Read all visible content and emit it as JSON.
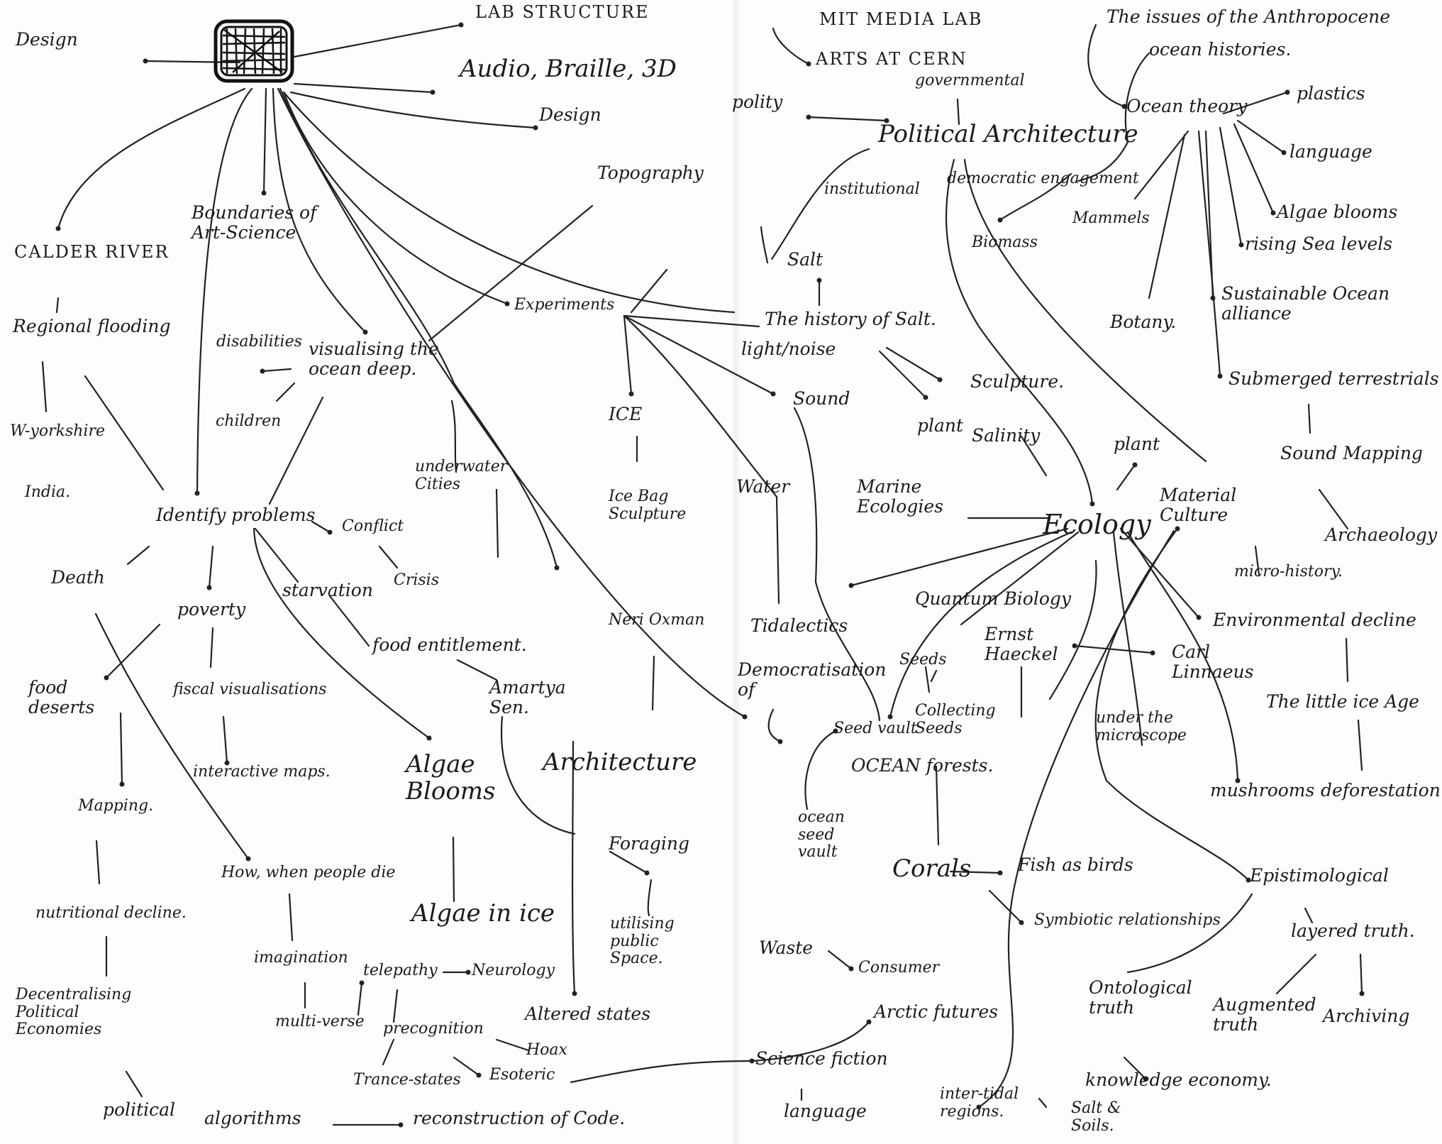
{
  "mind_map": {
    "hub_icon": "scribbled-box-icon",
    "ink_color": "#1d1d1d",
    "paper_color": "#fdfdfc",
    "nodes": [
      {
        "id": "design_left",
        "text": "Design"
      },
      {
        "id": "lab_structure",
        "text": "LAB STRUCTURE"
      },
      {
        "id": "mit_media_lab",
        "text": "MIT MEDIA LAB"
      },
      {
        "id": "arts_at_cern",
        "text": "ARTS AT CERN"
      },
      {
        "id": "audio_braille",
        "text": "Audio, Braille, 3D"
      },
      {
        "id": "design_mid",
        "text": "Design"
      },
      {
        "id": "topography",
        "text": "Topography"
      },
      {
        "id": "polity",
        "text": "polity"
      },
      {
        "id": "governmental",
        "text": "governmental"
      },
      {
        "id": "political_architecture",
        "text": "Political Architecture"
      },
      {
        "id": "institutional",
        "text": "institutional"
      },
      {
        "id": "democratic_engagement",
        "text": "democratic engagement"
      },
      {
        "id": "anthropocene",
        "text": "The issues of the Anthropocene"
      },
      {
        "id": "ocean_histories",
        "text": "ocean histories."
      },
      {
        "id": "ocean_theory",
        "text": "Ocean theory"
      },
      {
        "id": "plastics",
        "text": "plastics"
      },
      {
        "id": "language_right",
        "text": "language"
      },
      {
        "id": "algae_blooms_right",
        "text": "Algae blooms"
      },
      {
        "id": "rising_sea_levels",
        "text": "rising Sea levels"
      },
      {
        "id": "mammels",
        "text": "Mammels"
      },
      {
        "id": "biomass",
        "text": "Biomass"
      },
      {
        "id": "sustainable_ocean",
        "text": "Sustainable Ocean\nalliance"
      },
      {
        "id": "botany",
        "text": "Botany."
      },
      {
        "id": "submerged",
        "text": "Submerged terrestrials"
      },
      {
        "id": "sound_mapping",
        "text": "Sound Mapping"
      },
      {
        "id": "archaeology",
        "text": "Archaeology"
      },
      {
        "id": "calder_river",
        "text": "CALDER RIVER"
      },
      {
        "id": "regional_flooding",
        "text": "Regional flooding"
      },
      {
        "id": "w_yorkshire",
        "text": "W-yorkshire"
      },
      {
        "id": "india",
        "text": "India."
      },
      {
        "id": "boundaries",
        "text": "Boundaries of\nArt-Science"
      },
      {
        "id": "disabilities",
        "text": "disabilities"
      },
      {
        "id": "children",
        "text": "children"
      },
      {
        "id": "visualising",
        "text": "visualising the\nocean deep."
      },
      {
        "id": "experiments",
        "text": "Experiments"
      },
      {
        "id": "salt",
        "text": "Salt"
      },
      {
        "id": "history_of_salt",
        "text": "The history of Salt."
      },
      {
        "id": "light_noise",
        "text": "light/noise"
      },
      {
        "id": "sound",
        "text": "Sound"
      },
      {
        "id": "sculpture",
        "text": "Sculpture."
      },
      {
        "id": "plant_mid",
        "text": "plant"
      },
      {
        "id": "salinity",
        "text": "Salinity"
      },
      {
        "id": "plant_right",
        "text": "plant"
      },
      {
        "id": "ice",
        "text": "ICE"
      },
      {
        "id": "ice_bag",
        "text": "Ice Bag\nSculpture"
      },
      {
        "id": "water",
        "text": "Water"
      },
      {
        "id": "underwater_cities",
        "text": "underwater\nCities"
      },
      {
        "id": "identify_problems",
        "text": "Identify problems"
      },
      {
        "id": "conflict",
        "text": "Conflict"
      },
      {
        "id": "crisis",
        "text": "Crisis"
      },
      {
        "id": "death",
        "text": "Death"
      },
      {
        "id": "poverty",
        "text": "poverty"
      },
      {
        "id": "starvation",
        "text": "starvation"
      },
      {
        "id": "food_entitlement",
        "text": "food entitlement."
      },
      {
        "id": "neri_oxman",
        "text": "Neri Oxman"
      },
      {
        "id": "tidalectics",
        "text": "Tidalectics"
      },
      {
        "id": "marine_ecologies",
        "text": "Marine\nEcologies"
      },
      {
        "id": "ecology",
        "text": "Ecology"
      },
      {
        "id": "material_culture",
        "text": "Material\nCulture"
      },
      {
        "id": "micro_history",
        "text": "micro-history."
      },
      {
        "id": "quantum_biology",
        "text": "Quantum Biology"
      },
      {
        "id": "environmental_decline",
        "text": "Environmental decline"
      },
      {
        "id": "food_deserts",
        "text": "food\ndeserts"
      },
      {
        "id": "fiscal_visualisations",
        "text": "fiscal visualisations"
      },
      {
        "id": "amartya_sen",
        "text": "Amartya\nSen."
      },
      {
        "id": "democratisation",
        "text": "Democratisation\nof"
      },
      {
        "id": "seeds",
        "text": "Seeds"
      },
      {
        "id": "ernst_haeckel",
        "text": "Ernst\nHaeckel"
      },
      {
        "id": "carl_linnaeus",
        "text": "Carl\nLinnaeus"
      },
      {
        "id": "little_ice_age",
        "text": "The little ice Age"
      },
      {
        "id": "seed_vault",
        "text": "Seed vault"
      },
      {
        "id": "collecting_seeds",
        "text": "Collecting\nSeeds"
      },
      {
        "id": "under_microscope",
        "text": "under the\nmicroscope"
      },
      {
        "id": "interactive_maps",
        "text": "interactive maps."
      },
      {
        "id": "algae_blooms_left",
        "text": "Algae\nBlooms"
      },
      {
        "id": "architecture",
        "text": "Architecture"
      },
      {
        "id": "ocean_forests",
        "text": "OCEAN forests."
      },
      {
        "id": "mushrooms",
        "text": "mushrooms"
      },
      {
        "id": "deforestation",
        "text": "deforestation"
      },
      {
        "id": "mapping",
        "text": "Mapping."
      },
      {
        "id": "ocean_seed_vault",
        "text": "ocean\nseed\nvault"
      },
      {
        "id": "foraging",
        "text": "Foraging"
      },
      {
        "id": "corals",
        "text": "Corals"
      },
      {
        "id": "fish_as_birds",
        "text": "Fish as birds"
      },
      {
        "id": "epistemological",
        "text": "Epistimological"
      },
      {
        "id": "how_when",
        "text": "How, when people die"
      },
      {
        "id": "nutritional_decline",
        "text": "nutritional decline."
      },
      {
        "id": "algae_in_ice",
        "text": "Algae in ice"
      },
      {
        "id": "utilising_public_space",
        "text": "utilising\npublic\nSpace."
      },
      {
        "id": "symbiotic",
        "text": "Symbiotic relationships"
      },
      {
        "id": "layered_truth",
        "text": "layered truth."
      },
      {
        "id": "imagination",
        "text": "imagination"
      },
      {
        "id": "telepathy",
        "text": "telepathy"
      },
      {
        "id": "neurology",
        "text": "Neurology"
      },
      {
        "id": "waste",
        "text": "Waste"
      },
      {
        "id": "consumer",
        "text": "Consumer"
      },
      {
        "id": "ontological_truth",
        "text": "Ontological\ntruth"
      },
      {
        "id": "augmented_truth",
        "text": "Augmented\ntruth"
      },
      {
        "id": "archiving",
        "text": "Archiving"
      },
      {
        "id": "decentralising",
        "text": "Decentralising\nPolitical\nEconomies"
      },
      {
        "id": "multi_verse",
        "text": "multi-verse"
      },
      {
        "id": "precognition",
        "text": "precognition"
      },
      {
        "id": "hoax",
        "text": "Hoax"
      },
      {
        "id": "altered_states",
        "text": "Altered states"
      },
      {
        "id": "arctic_futures",
        "text": "Arctic futures"
      },
      {
        "id": "trance_states",
        "text": "Trance-states"
      },
      {
        "id": "esoteric",
        "text": "Esoteric"
      },
      {
        "id": "science_fiction",
        "text": "Science fiction"
      },
      {
        "id": "knowledge_economy",
        "text": "knowledge economy."
      },
      {
        "id": "political",
        "text": "political"
      },
      {
        "id": "algorithms",
        "text": "algorithms"
      },
      {
        "id": "reconstruction",
        "text": "reconstruction of Code."
      },
      {
        "id": "language_bottom",
        "text": "language"
      },
      {
        "id": "inter_tidal",
        "text": "inter-tidal\nregions."
      },
      {
        "id": "salt_soils",
        "text": "Salt &\nSoils."
      }
    ]
  }
}
